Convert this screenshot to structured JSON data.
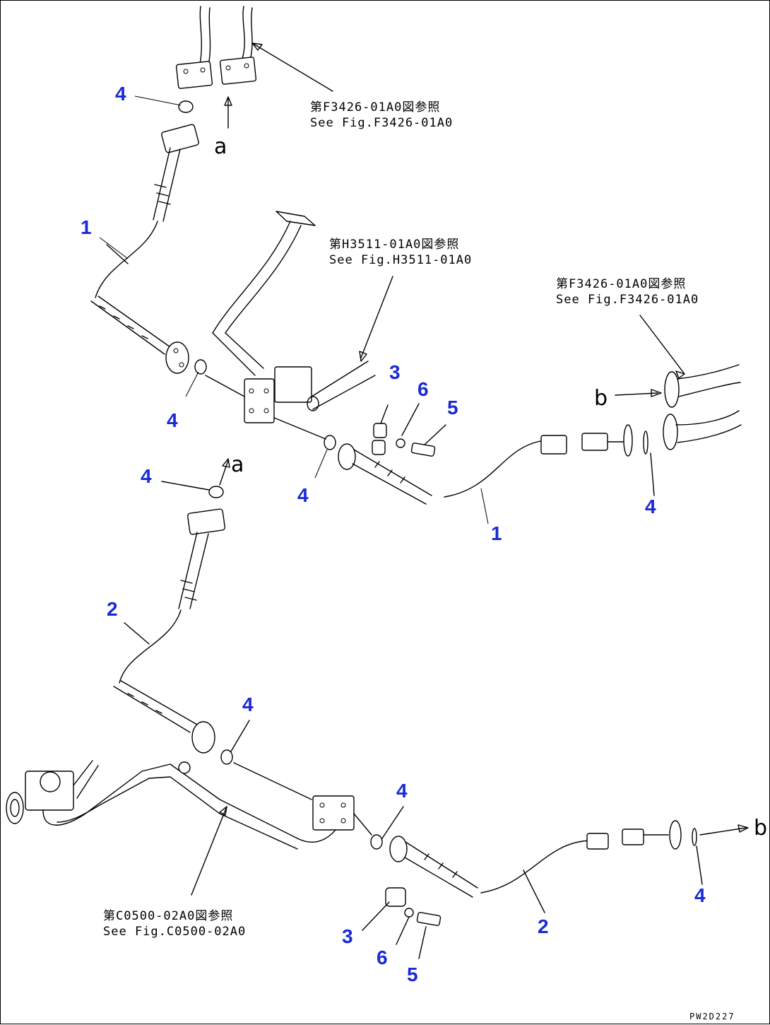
{
  "diagram_code": "PW2D227",
  "references": [
    {
      "jp": "第F3426-01A0図参照",
      "en": "See Fig.F3426-01A0"
    },
    {
      "jp": "第H3511-01A0図参照",
      "en": "See Fig.H3511-01A0"
    },
    {
      "jp": "第F3426-01A0図参照",
      "en": "See Fig.F3426-01A0"
    },
    {
      "jp": "第C0500-02A0図参照",
      "en": "See Fig.C0500-02A0"
    }
  ],
  "letters": [
    "a",
    "a",
    "b",
    "b"
  ],
  "callouts": [
    "4",
    "1",
    "4",
    "3",
    "6",
    "5",
    "4",
    "4",
    "1",
    "4",
    "2",
    "4",
    "4",
    "2",
    "4",
    "3",
    "6",
    "5"
  ]
}
